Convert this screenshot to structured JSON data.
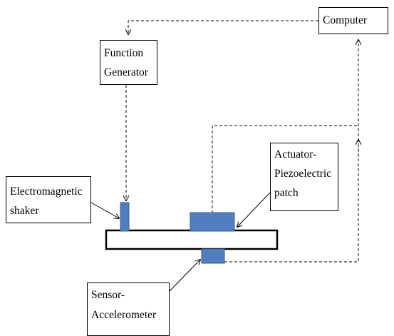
{
  "labels": {
    "computer": "Computer",
    "function_generator": [
      "Function",
      "Generator"
    ],
    "electromagnetic_shaker": [
      "Electromagnetic",
      "shaker"
    ],
    "actuator": [
      "Actuator-",
      "Piezoelectric",
      "patch"
    ],
    "sensor": [
      "Sensor-",
      "Accelerometer"
    ]
  },
  "colors": {
    "line": "#000000",
    "component_fill": "#4f7fbf",
    "component_stroke": "#3a5f93",
    "beam_fill": "#ffffff"
  }
}
